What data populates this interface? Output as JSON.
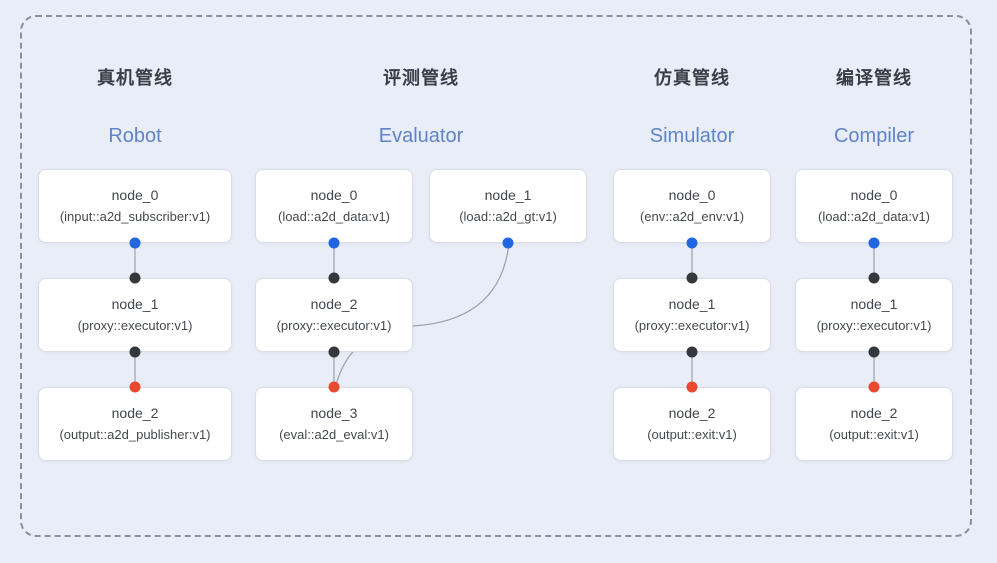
{
  "diagram": {
    "pipelines": [
      {
        "cn_title": "真机管线",
        "en_title": "Robot",
        "nodes": [
          {
            "name": "node_0",
            "impl": "(input::a2d_subscriber:v1)"
          },
          {
            "name": "node_1",
            "impl": "(proxy::executor:v1)"
          },
          {
            "name": "node_2",
            "impl": "(output::a2d_publisher:v1)"
          }
        ]
      },
      {
        "cn_title": "评测管线",
        "en_title": "Evaluator",
        "nodes": [
          {
            "name": "node_0",
            "impl": "(load::a2d_data:v1)"
          },
          {
            "name": "node_1",
            "impl": "(load::a2d_gt:v1)"
          },
          {
            "name": "node_2",
            "impl": "(proxy::executor:v1)"
          },
          {
            "name": "node_3",
            "impl": "(eval::a2d_eval:v1)"
          }
        ]
      },
      {
        "cn_title": "仿真管线",
        "en_title": "Simulator",
        "nodes": [
          {
            "name": "node_0",
            "impl": "(env::a2d_env:v1)"
          },
          {
            "name": "node_1",
            "impl": "(proxy::executor:v1)"
          },
          {
            "name": "node_2",
            "impl": "(output::exit:v1)"
          }
        ]
      },
      {
        "cn_title": "编译管线",
        "en_title": "Compiler",
        "nodes": [
          {
            "name": "node_0",
            "impl": "(load::a2d_data:v1)"
          },
          {
            "name": "node_1",
            "impl": "(proxy::executor:v1)"
          },
          {
            "name": "node_2",
            "impl": "(output::exit:v1)"
          }
        ]
      }
    ],
    "colors": {
      "background": "#e9edf7",
      "frame_dash": "#8b919c",
      "node_background": "#ffffff",
      "node_border": "#d9dde4",
      "cn_title_text": "#3a3e47",
      "en_title_text": "#5e84c9",
      "node_text": "#41454c",
      "edge": "#9aa1ae",
      "port_blue": "#2166e0",
      "port_black": "#34373c",
      "port_red": "#e8492f"
    }
  }
}
